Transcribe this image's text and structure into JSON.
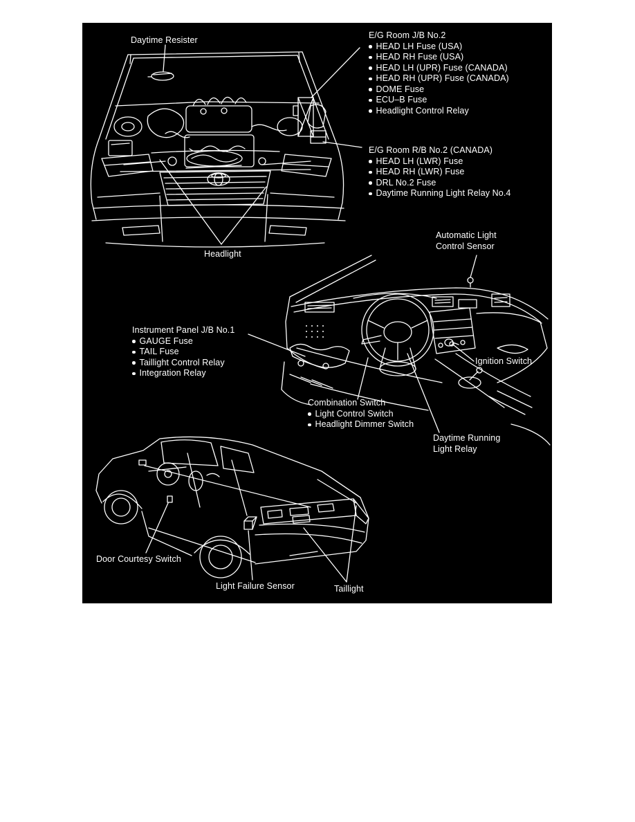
{
  "page": {
    "background": "#ffffff",
    "panel_background": "#000000",
    "line_color": "#ffffff",
    "text_color": "#ffffff"
  },
  "labels": {
    "daytime_resister": "Daytime Resister",
    "eg_room_jb": {
      "title": "E/G Room J/B No.2",
      "items": [
        "HEAD LH Fuse (USA)",
        "HEAD RH Fuse (USA)",
        "HEAD LH (UPR) Fuse (CANADA)",
        "HEAD RH (UPR) Fuse (CANADA)",
        "DOME Fuse",
        "ECU–B Fuse",
        "Headlight Control Relay"
      ]
    },
    "eg_room_rb": {
      "title": "E/G Room R/B No.2 (CANADA)",
      "items": [
        "HEAD LH (LWR) Fuse",
        "HEAD RH (LWR) Fuse",
        "DRL No.2 Fuse",
        "Daytime Running Light Relay No.4"
      ]
    },
    "headlight": "Headlight",
    "automatic_light_sensor": {
      "line1": "Automatic Light",
      "line2": "Control Sensor"
    },
    "instrument_panel_jb": {
      "title": "Instrument Panel J/B No.1",
      "items": [
        "GAUGE Fuse",
        "TAIL Fuse",
        "Taillight Control Relay",
        "Integration Relay"
      ]
    },
    "ignition_switch": "Ignition Switch",
    "combination_switch": {
      "title": "Combination Switch",
      "items": [
        "Light Control Switch",
        "Headlight Dimmer Switch"
      ]
    },
    "daytime_running_light_relay": {
      "line1": "Daytime Running",
      "line2": "Light Relay"
    },
    "door_courtesy_switch": "Door Courtesy Switch",
    "light_failure_sensor": "Light Failure Sensor",
    "taillight": "Taillight"
  }
}
